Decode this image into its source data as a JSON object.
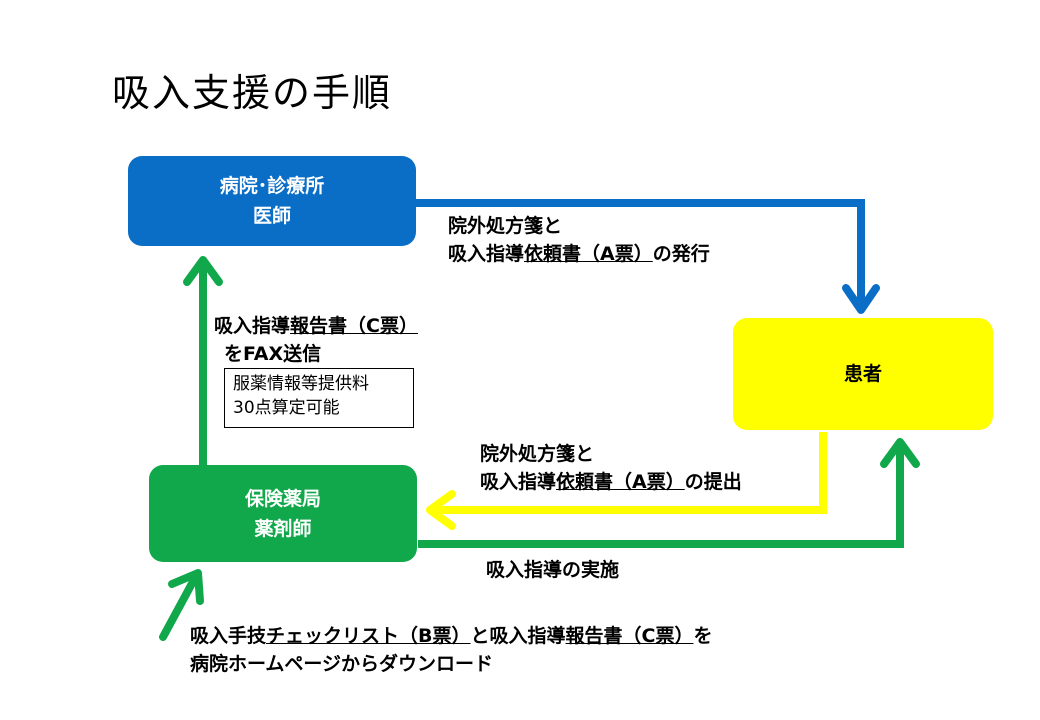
{
  "title": "吸入支援の手順",
  "nodes": {
    "hospital": {
      "line1": "病院･診療所",
      "line2": "医師"
    },
    "patient": {
      "label": "患者"
    },
    "pharmacy": {
      "line1": "保険薬局",
      "line2": "薬剤師"
    }
  },
  "edges": {
    "issue": {
      "line1": "院外処方箋と",
      "line2_pre": "吸入指導",
      "line2_u": "依頼書（A票）",
      "line2_post": "の発行"
    },
    "submit": {
      "line1": "院外処方箋と",
      "line2_pre": "吸入指導",
      "line2_u": "依頼書（A票）",
      "line2_post": "の提出"
    },
    "report": {
      "line1_pre": "吸入指導",
      "line1_u": "報告書（C票）",
      "line2": "をFAX送信"
    },
    "guidance": {
      "label": "吸入指導の実施"
    },
    "download": {
      "line1_pre": "吸入手技",
      "line1_u1": "チェックリスト（B票）",
      "line1_mid": "と吸入指導",
      "line1_u2": "報告書（C票）",
      "line1_post": "を",
      "line2": "病院ホームページからダウンロード"
    }
  },
  "note": {
    "line1": "服薬情報等提供料",
    "line2": "30点算定可能"
  },
  "colors": {
    "blue": "#0b6ec6",
    "green": "#10a84a",
    "yellow": "#ffff00"
  }
}
